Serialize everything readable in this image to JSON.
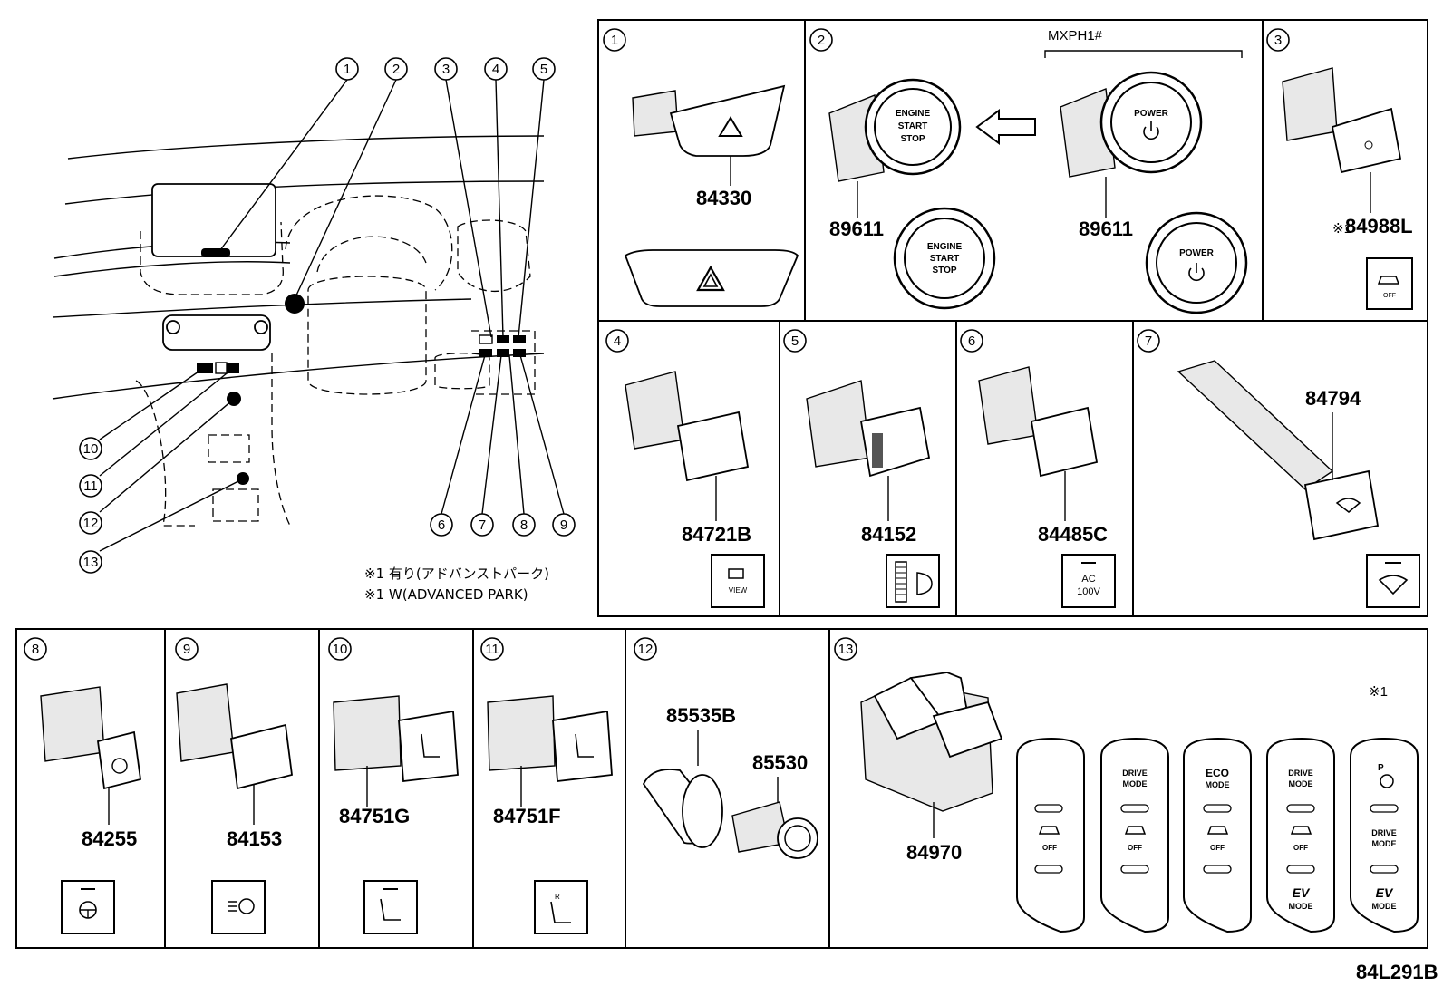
{
  "diagram": {
    "footer_code": "84L291B",
    "notes": [
      "※1 有り(アドバンストパーク)",
      "※1 W(ADVANCED PARK)"
    ],
    "callouts_overview": [
      "1",
      "2",
      "3",
      "4",
      "5",
      "6",
      "7",
      "8",
      "9",
      "10",
      "11",
      "12",
      "13"
    ],
    "panels": [
      {
        "num": "1",
        "parts": [
          "84330"
        ]
      },
      {
        "num": "2",
        "variant": "MXPH1#",
        "parts": [
          "89611",
          "89611"
        ],
        "labels": {
          "engine": [
            "ENGINE",
            "START",
            "STOP"
          ],
          "power": "POWER"
        }
      },
      {
        "num": "3",
        "mark": "※1",
        "parts": [
          "84988L"
        ],
        "icon_label": "OFF"
      },
      {
        "num": "4",
        "parts": [
          "84721B"
        ],
        "icon_label": "VIEW"
      },
      {
        "num": "5",
        "parts": [
          "84152"
        ]
      },
      {
        "num": "6",
        "parts": [
          "84485C"
        ],
        "icon_label": [
          "AC",
          "100V"
        ]
      },
      {
        "num": "7",
        "parts": [
          "84794"
        ]
      },
      {
        "num": "8",
        "parts": [
          "84255"
        ]
      },
      {
        "num": "9",
        "parts": [
          "84153"
        ]
      },
      {
        "num": "10",
        "parts": [
          "84751G"
        ]
      },
      {
        "num": "11",
        "parts": [
          "84751F"
        ],
        "icon_label": "R"
      },
      {
        "num": "12",
        "parts": [
          "85535B",
          "85530"
        ]
      },
      {
        "num": "13",
        "mark": "※1",
        "parts": [
          "84970"
        ],
        "modules": [
          {
            "top": "",
            "bottom": "OFF"
          },
          {
            "top": [
              "DRIVE",
              "MODE"
            ],
            "bottom": "OFF"
          },
          {
            "top": [
              "ECO",
              "MODE"
            ],
            "bottom": "OFF"
          },
          {
            "top": [
              "DRIVE",
              "MODE"
            ],
            "bottom": "OFF",
            "ev": [
              "EV",
              "MODE"
            ]
          },
          {
            "top": "P",
            "middle": [
              "DRIVE",
              "MODE"
            ],
            "ev": [
              "EV",
              "MODE"
            ]
          }
        ]
      }
    ]
  }
}
